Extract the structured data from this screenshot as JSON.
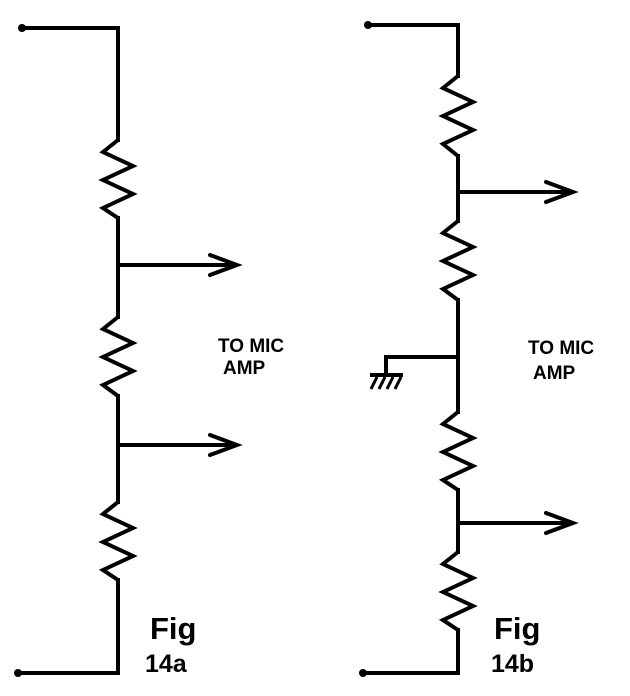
{
  "figures": {
    "a": {
      "title": "Fig",
      "number": "14a",
      "label_line1": "TO MIC",
      "label_line2": "AMP"
    },
    "b": {
      "title": "Fig",
      "number": "14b",
      "label_line1": "TO MIC",
      "label_line2": "AMP"
    }
  },
  "colors": {
    "ink": "#000000",
    "background": "#ffffff"
  }
}
